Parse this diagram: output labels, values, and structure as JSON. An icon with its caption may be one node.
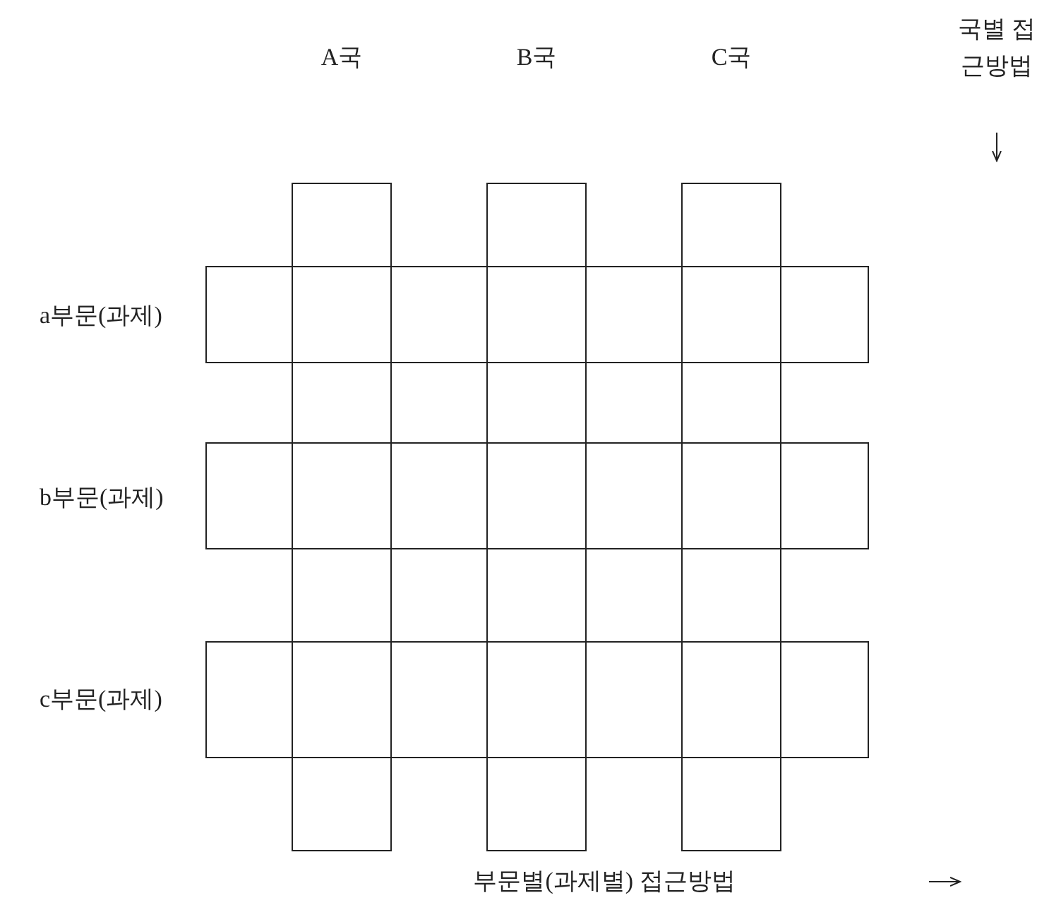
{
  "diagram": {
    "labels": [
      "A국",
      "B국",
      "C국",
      "국별 접근방법",
      "a부문(과제)",
      "b부문(과제)",
      "c부문(과제)",
      "부문별(과제별) 접근방법"
    ]
  }
}
